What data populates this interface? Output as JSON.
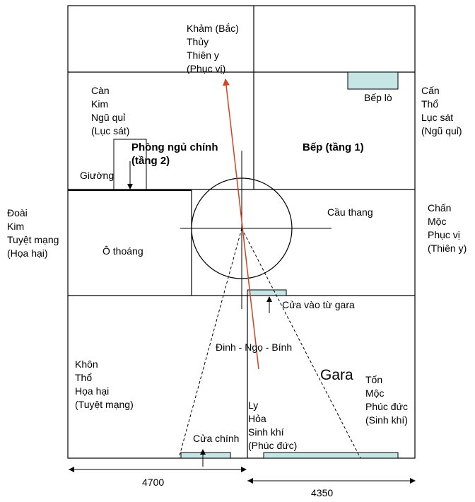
{
  "colors": {
    "line": "#000000",
    "arrow": "#d2431f",
    "fixture_fill": "#c6e6e6"
  },
  "sectors": {
    "north": [
      "Khảm (Bắc)",
      "Thủy",
      "Thiên y",
      "(Phục vị)"
    ],
    "northwest": [
      "Càn",
      "Kim",
      "Ngũ quỉ",
      "(Lục sát)"
    ],
    "northeast": [
      "Cấn",
      "Thổ",
      "Lục sát",
      "(Ngũ quỉ)"
    ],
    "west": [
      "Đoài",
      "Kim",
      "Tuyệt mạng",
      "(Họa hại)"
    ],
    "east": [
      "Chấn",
      "Mộc",
      "Phục vị",
      "(Thiên y)"
    ],
    "southwest": [
      "Khôn",
      "Thổ",
      "Họa hại",
      "(Tuyệt mạng)"
    ],
    "southeast": [
      "Tốn",
      "Mộc",
      "Phúc đức",
      "(Sinh khí)"
    ],
    "south": [
      "Ly",
      "Hỏa",
      "Sinh khí",
      "(Phúc đức)"
    ]
  },
  "rooms": {
    "master_bedroom": [
      "Phòng ngủ chính",
      "(tầng 2)"
    ],
    "kitchen": "Bếp (tầng 1)",
    "stove": "Bếp lò",
    "bed": "Giường",
    "skylight": "Ô thoáng",
    "stairs": "Cầu thang",
    "garage_door": "Cửa vào từ gara",
    "garage": "Gara",
    "main_door": "Cửa chính",
    "direction": "Đinh - Ngọ - Bính"
  },
  "dimensions": {
    "left": "4700",
    "right": "4350"
  }
}
